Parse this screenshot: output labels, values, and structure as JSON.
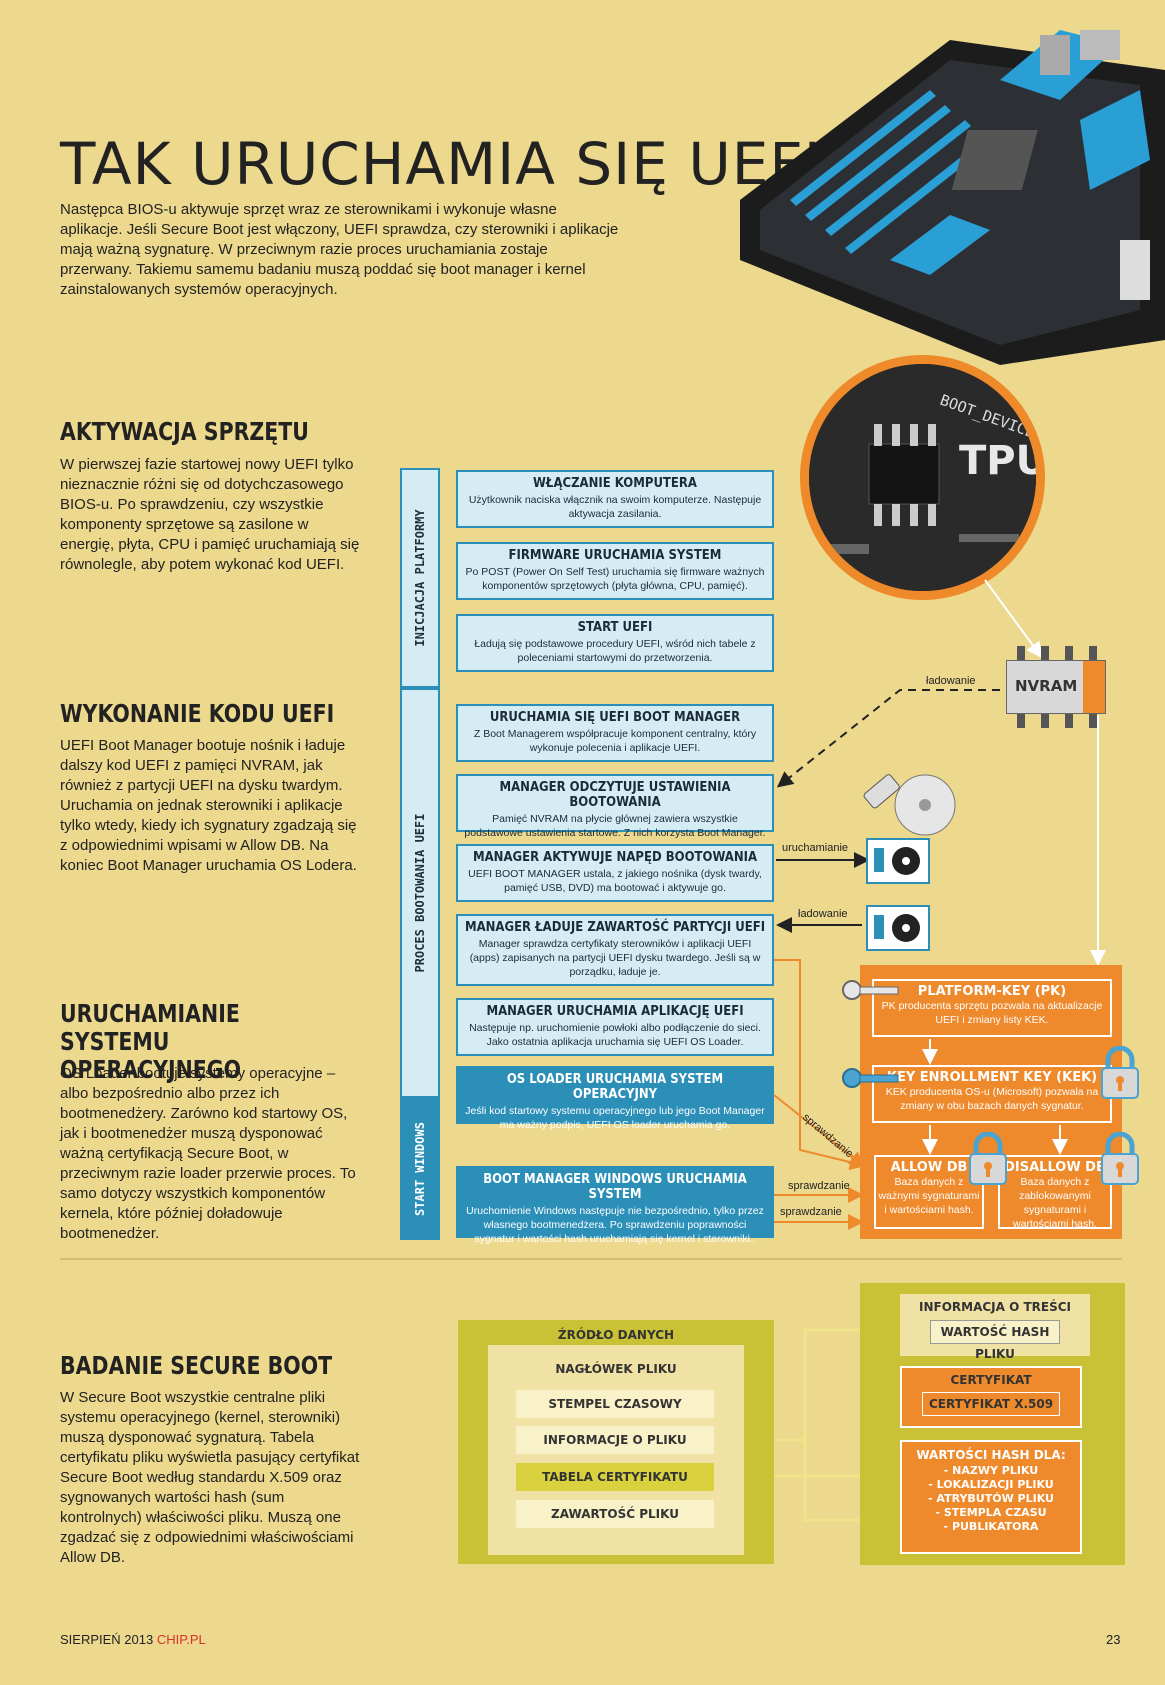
{
  "header": {
    "title": "TAK URUCHAMIA SIĘ UEFI",
    "intro": "Następca BIOS-u aktywuje sprzęt wraz ze sterownikami i wykonuje własne aplikacje. Jeśli Secure Boot jest włączony, UEFI sprawdza, czy sterowniki i aplikacje mają ważną sygnaturę. W przeciwnym razie proces uruchamiania zostaje przerwany. Takiemu samemu badaniu muszą poddać się boot manager i kernel zainstalowanych systemów operacyjnych."
  },
  "sections": [
    {
      "heading": "AKTYWACJA SPRZĘTU",
      "text": "W pierwszej fazie startowej nowy UEFI tylko nieznacznie różni się od dotychczasowego BIOS-u. Po sprawdzeniu, czy wszystkie komponenty sprzętowe są zasilone w energię, płyta, CPU i pamięć uruchamiają się równolegle, aby potem wykonać kod UEFI."
    },
    {
      "heading": "WYKONANIE KODU UEFI",
      "text": "UEFI Boot Manager bootuje nośnik i ładuje dalszy kod UEFI z pamięci NVRAM, jak również z partycji UEFI na dysku twardym. Uruchamia on jednak sterowniki i aplikacje  tylko wtedy, kiedy ich sygnatury zgadzają się z odpowiednimi wpisami w Allow DB. Na koniec Boot Manager uruchamia OS Lodera."
    },
    {
      "heading": "URUCHAMIANIE SYSTEMU OPERACYJNEGO",
      "text": "OS Loader bootuje systemy operacyjne – albo bezpośrednio albo przez ich bootmenedżery. Zarówno kod startowy OS, jak i bootmenedżer muszą dysponować ważną certyfikacją Secure Boot, w przeciwnym razie loader przerwie proces. To samo dotyczy wszystkich komponentów kernela, które później doładowuje bootmenedżer."
    },
    {
      "heading": "BADANIE SECURE BOOT",
      "text": "W Secure Boot wszystkie centralne pliki systemu operacyjnego (kernel, sterowniki) muszą dysponować sygnaturą. Tabela certyfikatu pliku wyświetla pasujący certyfikat Secure Boot według standardu X.509 oraz sygnowanych wartości hash (sum kontrolnych) właściwości pliku. Muszą one zgadzać się z odpowiednimi właściwościami Allow DB."
    }
  ],
  "phases": [
    "INICJACJA PLATFORMY",
    "PROCES BOOTOWANIA UEFI",
    "START WINDOWS"
  ],
  "steps": [
    {
      "title": "WŁĄCZANIE KOMPUTERA",
      "desc": "Użytkownik naciska włącznik na swoim komputerze. Następuje aktywacja zasilania."
    },
    {
      "title": "FIRMWARE URUCHAMIA SYSTEM",
      "desc": "Po POST (Power On Self Test) uruchamia się firmware ważnych komponentów sprzętowych (płyta główna, CPU, pamięć)."
    },
    {
      "title": "START UEFI",
      "desc": "Ładują się podstawowe procedury UEFI, wśród nich tabele z poleceniami startowymi do przetworzenia."
    },
    {
      "title": "URUCHAMIA SIĘ UEFI BOOT MANAGER",
      "desc": "Z Boot Managerem współpracuje komponent centralny, który wykonuje polecenia i aplikacje UEFI."
    },
    {
      "title": "MANAGER ODCZYTUJE USTAWIENIA BOOTOWANIA",
      "desc": "Pamięć NVRAM na płycie głównej zawiera wszystkie podstawowe ustawienia startowe. Z nich korzysta Boot Manager."
    },
    {
      "title": "MANAGER AKTYWUJE NAPĘD BOOTOWANIA",
      "desc": "UEFI BOOT MANAGER ustala, z jakiego nośnika (dysk twardy, pamięć USB, DVD) ma bootować i aktywuje go."
    },
    {
      "title": "MANAGER ŁADUJE ZAWARTOŚĆ PARTYCJI UEFI",
      "desc": "Manager sprawdza certyfikaty sterowników i aplikacji UEFI (apps) zapisanych na partycji UEFI dysku twardego. Jeśli są w porządku, ładuje je."
    },
    {
      "title": "MANAGER URUCHAMIA APLIKACJĘ UEFI",
      "desc": "Następuje np. uruchomienie powłoki albo podłączenie do sieci. Jako ostatnia aplikacja uruchamia się UEFI OS Loader."
    },
    {
      "title": "OS LOADER URUCHAMIA SYSTEM OPERACYJNY",
      "desc": "Jeśli kod startowy systemu operacyjnego lub jego Boot Manager ma ważny podpis, UEFI OS loader uruchamia go."
    },
    {
      "title": "BOOT MANAGER WINDOWS URUCHAMIA SYSTEM",
      "desc": "Uruchomienie Windows następuje nie bezpośrednio, tylko przez własnego bootmenedżera. Po sprawdzeniu poprawności sygnatur i wartości hash uruchamiają się kernel i sterowniki.."
    }
  ],
  "connectors": {
    "ladowanie_nvram": "ładowanie",
    "uruchamianie": "uruchamianie",
    "ladowanie_disk": "ładowanie",
    "sprawdzanie_diag": "sprawdzanie",
    "sprawdzanie_1": "sprawdzanie",
    "sprawdzanie_2": "sprawdzanie"
  },
  "nvram": {
    "label": "NVRAM"
  },
  "chip_label": "BOOT_DEVICE_",
  "chip_tpu": "TPU",
  "security": {
    "pk": {
      "title": "PLATFORM-KEY (PK)",
      "desc": "PK producenta sprzętu pozwala na aktualizacje UEFI i zmiany listy KEK."
    },
    "kek": {
      "title": "KEY ENROLLMENT KEY (KEK)",
      "desc": "KEK producenta OS-u (Microsoft) pozwala na zmiany w obu bazach danych sygnatur."
    },
    "allow": {
      "title": "ALLOW DB",
      "desc": "Baza danych z ważnymi sygnaturami i wartościami hash."
    },
    "disallow": {
      "title": "DISALLOW DB",
      "desc": "Baza danych z zablokowanymi sygnaturami i wartościami hash."
    }
  },
  "file": {
    "source": "ŹRÓDŁO DANYCH",
    "header": "NAGŁÓWEK PLIKU",
    "items": [
      "STEMPEL CZASOWY",
      "INFORMACJE O PLIKU",
      "TABELA CERTYFIKATU",
      "ZAWARTOŚĆ PLIKU"
    ]
  },
  "info": {
    "content_title": "INFORMACJA O TREŚCI",
    "hash_value": "WARTOŚĆ HASH PLIKU",
    "cert_title": "CERTYFIKAT",
    "cert_value": "CERTYFIKAT X.509",
    "hash_for_title": "WARTOŚCI HASH DLA:",
    "hash_for_items": [
      "- NAZWY PLIKU",
      "- LOKALIZACJI PLIKU",
      "- ATRYBUTÓW PLIKU",
      "- STEMPLA CZASU",
      "- PUBLIKATORA"
    ]
  },
  "footer": {
    "issue": "SIERPIEŃ 2013",
    "brand": "CHIP.PL",
    "page": "23"
  },
  "colors": {
    "accent_blue": "#2b8fb8",
    "accent_orange": "#ef8a2c",
    "background": "#ecd98e",
    "olive": "#c9c236"
  }
}
